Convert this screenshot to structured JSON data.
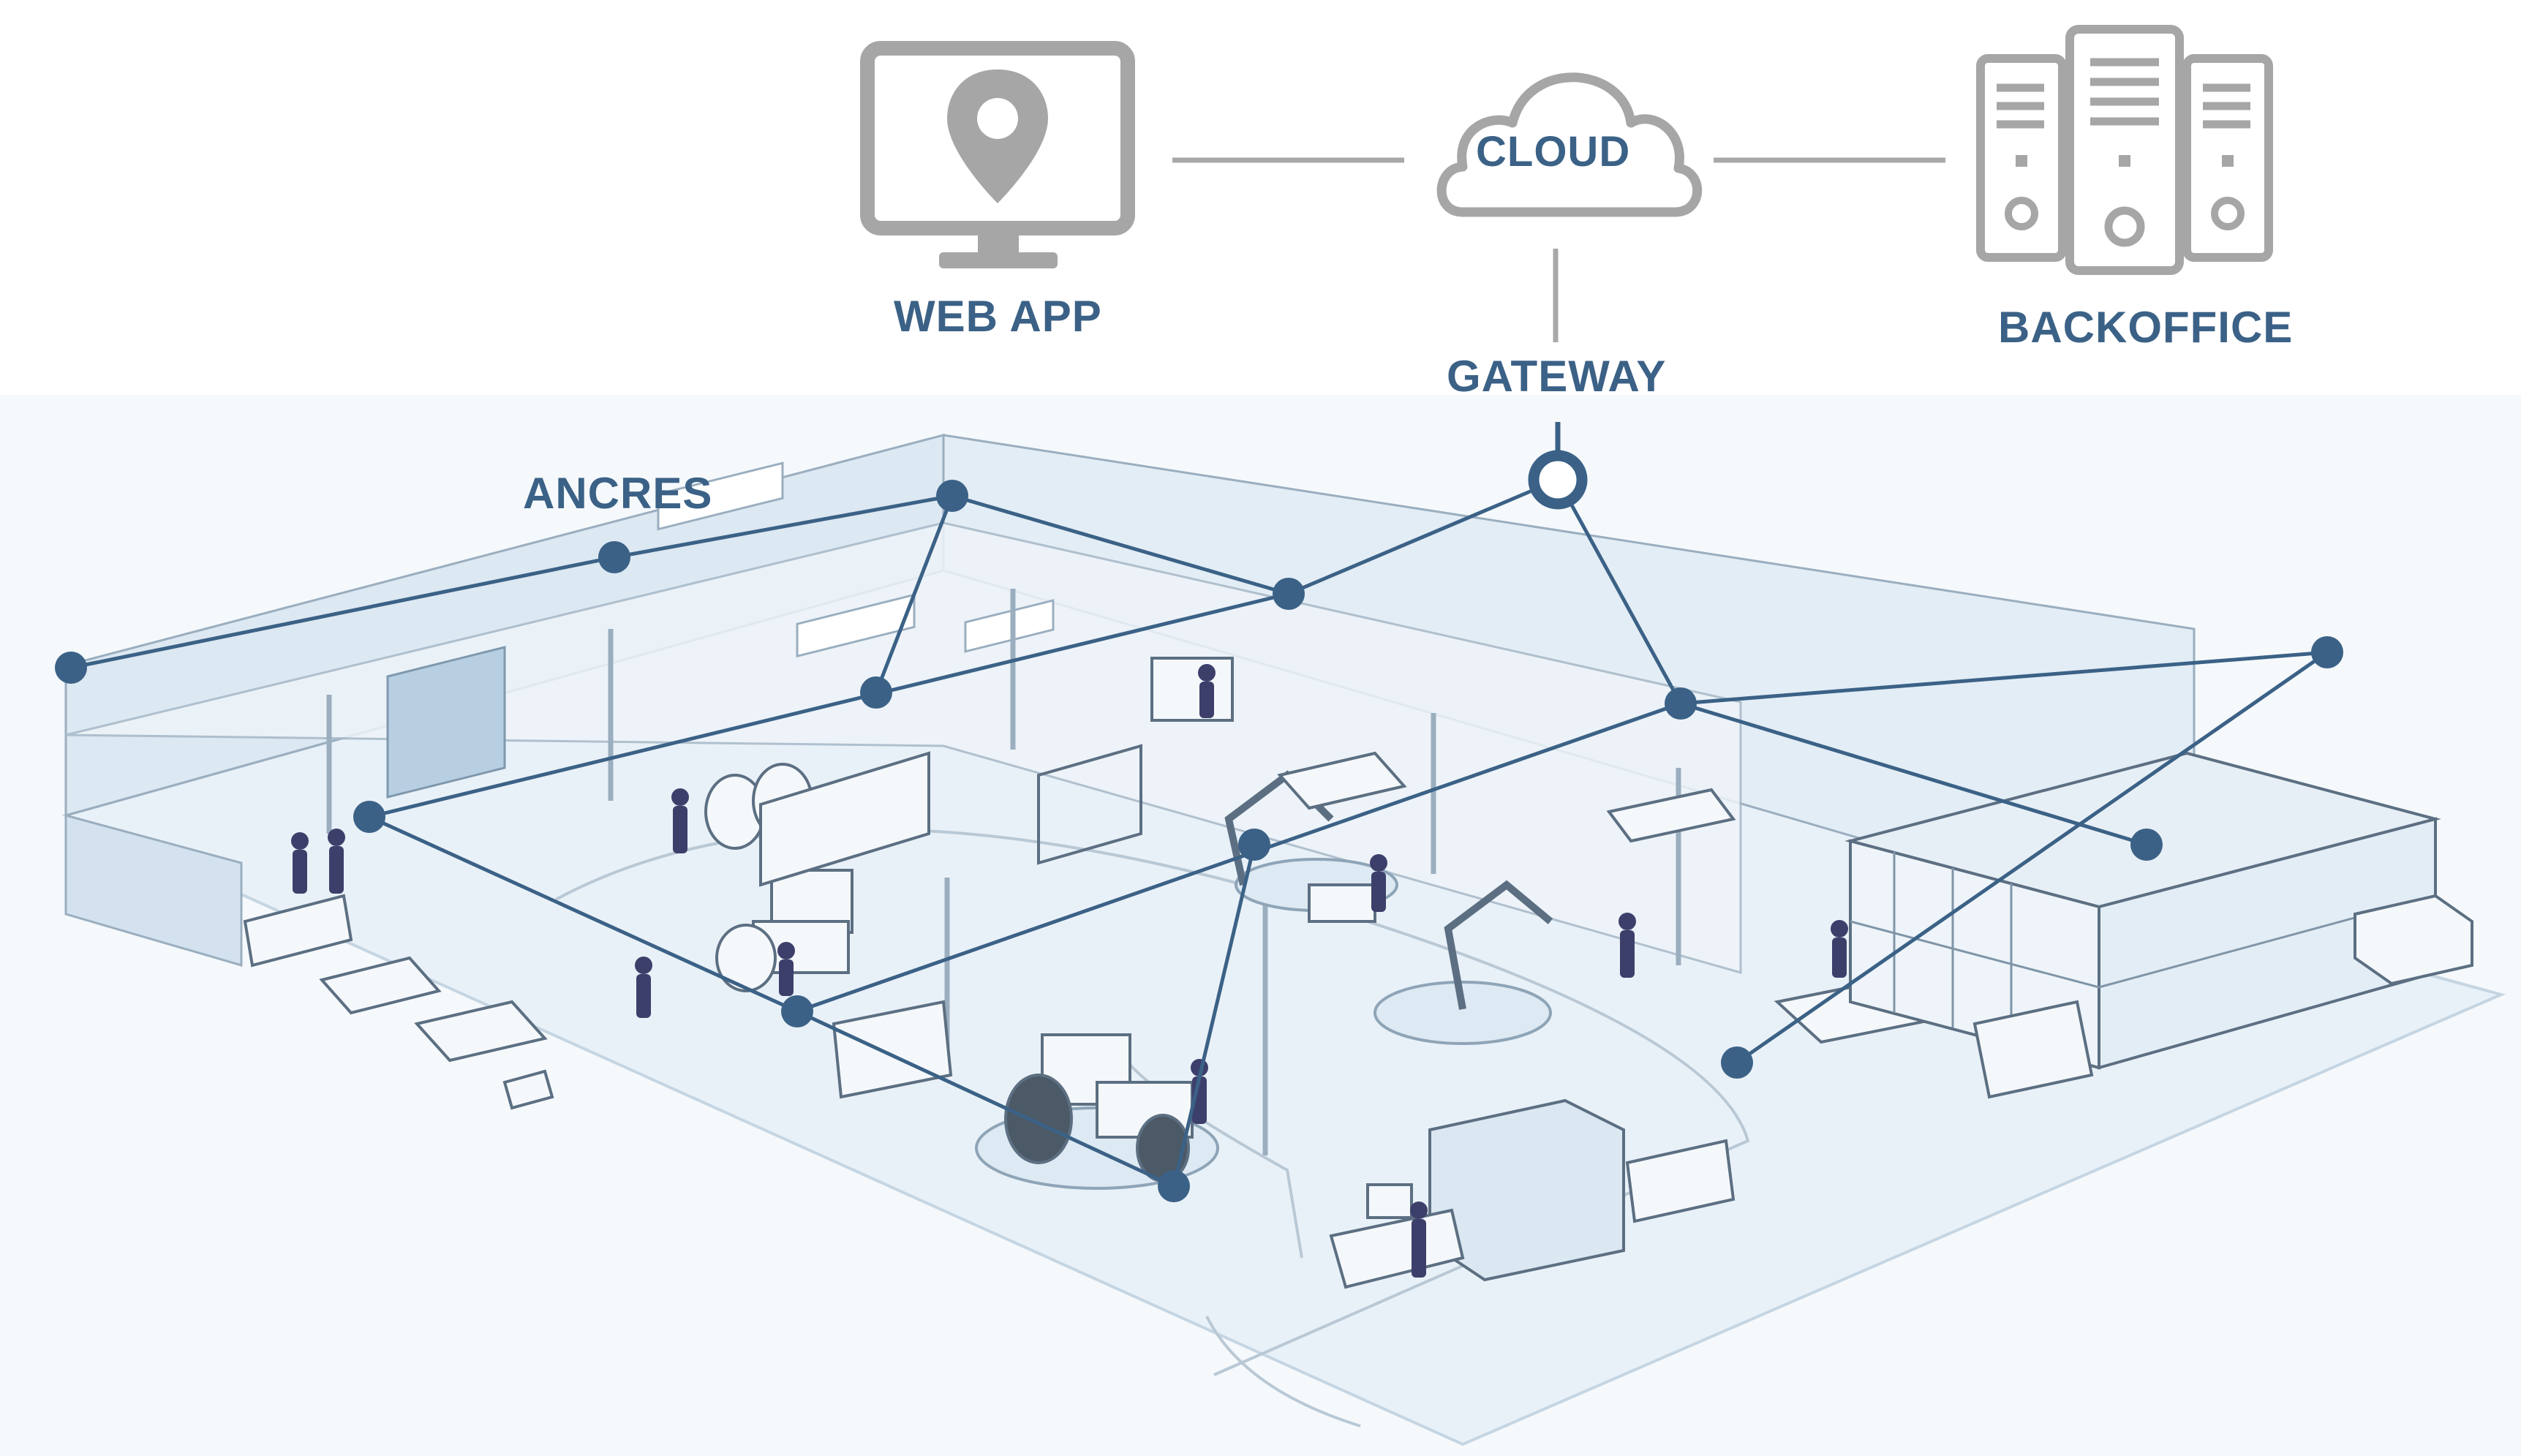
{
  "labels": {
    "web_app": "WEB APP",
    "cloud": "CLOUD",
    "backoffice": "BACKOFFICE",
    "gateway": "GATEWAY",
    "ancres": "ANCRES"
  },
  "icons": {
    "web_app": "monitor-with-location-pin-icon",
    "cloud": "cloud-icon",
    "backoffice": "server-towers-icon",
    "gateway": "gateway-ring-node"
  },
  "colors": {
    "accent": "#3b6186",
    "icon_gray": "#a6a6a6",
    "floor": "#e9f1f8",
    "wall": "#d8e6f1",
    "line": "#6b7f92",
    "worker": "#3d3f6b"
  }
}
